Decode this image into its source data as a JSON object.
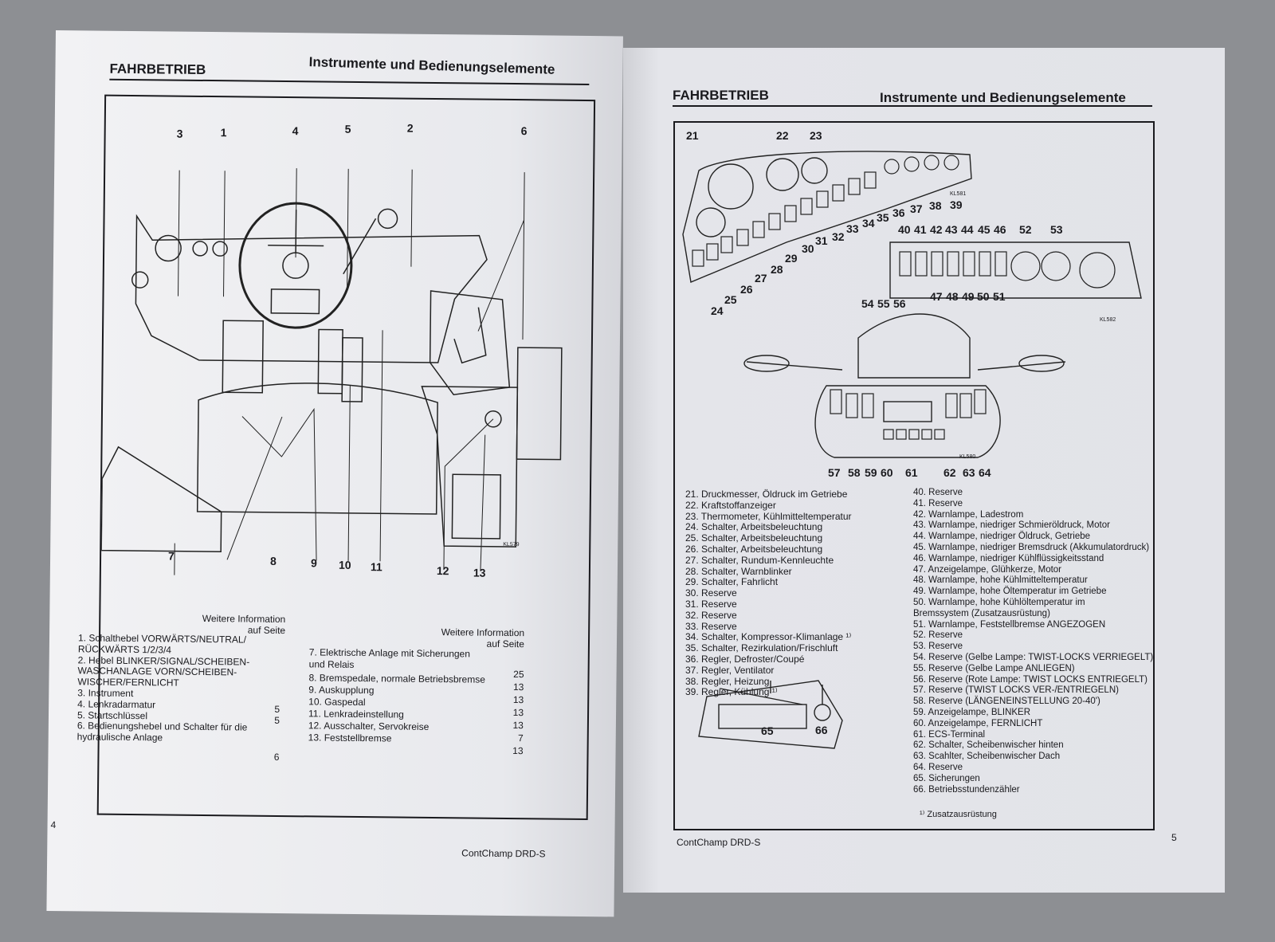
{
  "left_page": {
    "section": "FAHRBETRIEB",
    "title": "Instrumente und Bedienungselemente",
    "callouts": [
      "3",
      "1",
      "4",
      "5",
      "2",
      "6",
      "7",
      "8",
      "9",
      "10",
      "11",
      "12",
      "13"
    ],
    "figure_code": "KL579",
    "info_header_1": "Weitere Information",
    "info_header_2": "auf Seite",
    "legend_col1": [
      "1.  Schalthebel VORWÄRTS/NEUTRAL/",
      "     RÜCKWÄRTS 1/2/3/4",
      "2.  Hebel BLINKER/SIGNAL/SCHEIBEN-",
      "     WASCHANLAGE VORN/SCHEIBEN-",
      "     WISCHER/FERNLICHT",
      "3.  Instrument",
      "4.  Lenkradarmatur",
      "5.  Startschlüssel",
      "6.  Bedienungshebel und Schalter für die",
      "     hydraulische Anlage"
    ],
    "legend_col1_pages": {
      "p4": "5",
      "p5": "5",
      "p6": "6"
    },
    "legend_col2": [
      "7.  Elektrische Anlage mit Sicherungen",
      "     und Relais",
      "8.  Bremspedale, normale Betriebsbremse",
      "9.  Auskupplung",
      "10. Gaspedal",
      "11. Lenkradeinstellung",
      "12. Ausschalter, Servokreise",
      "13. Feststellbremse"
    ],
    "legend_col2_pages": [
      "25",
      "13",
      "13",
      "13",
      "13",
      "7",
      "13"
    ],
    "page_number": "4",
    "footer": "ContChamp DRD-S"
  },
  "right_page": {
    "section": "FAHRBETRIEB",
    "title": "Instrumente und Bedienungselemente",
    "callouts_top": [
      "21",
      "22",
      "23",
      "36",
      "37",
      "38",
      "39"
    ],
    "callouts_switches": [
      "24",
      "25",
      "26",
      "27",
      "28",
      "29",
      "30",
      "31",
      "32",
      "33",
      "34",
      "35"
    ],
    "callouts_lamps_top": [
      "40",
      "41",
      "42",
      "43",
      "44",
      "45",
      "46",
      "52",
      "53"
    ],
    "callouts_lamps_bottom": [
      "47",
      "48",
      "49",
      "50",
      "51"
    ],
    "callouts_column": [
      "54",
      "55",
      "56"
    ],
    "callouts_console": [
      "57",
      "58",
      "59",
      "60",
      "61",
      "62",
      "63",
      "64"
    ],
    "callouts_fuse": [
      "65",
      "66"
    ],
    "figure_codes": [
      "KL581",
      "KL582",
      "KL580"
    ],
    "legend_col1": [
      "21. Druckmesser, Öldruck im Getriebe",
      "22. Kraftstoffanzeiger",
      "23. Thermometer, Kühlmitteltemperatur",
      "24. Schalter, Arbeitsbeleuchtung",
      "25. Schalter, Arbeitsbeleuchtung",
      "26. Schalter, Arbeitsbeleuchtung",
      "27. Schalter, Rundum-Kennleuchte",
      "28. Schalter, Warnblinker",
      "29. Schalter, Fahrlicht",
      "30. Reserve",
      "31. Reserve",
      "32. Reserve",
      "33. Reserve",
      "34. Schalter, Kompressor-Klimanlage ¹⁾",
      "35. Schalter, Rezirkulation/Frischluft",
      "36. Regler, Defroster/Coupé",
      "37. Regler, Ventilator",
      "38. Regler, Heizung",
      "39. Regler, Kühlung ¹⁾"
    ],
    "legend_col2": [
      "40. Reserve",
      "41. Reserve",
      "42. Warnlampe, Ladestrom",
      "43. Warnlampe, niedriger Schmieröldruck, Motor",
      "44. Warnlampe, niedriger Öldruck, Getriebe",
      "45. Warnlampe, niedriger Bremsdruck (Akkumulatordruck)",
      "46. Warnlampe, niedriger Kühlflüssigkeitsstand",
      "47. Anzeigelampe, Glühkerze, Motor",
      "48. Warnlampe, hohe Kühlmitteltemperatur",
      "49. Warnlampe, hohe Öltemperatur im    Getriebe",
      "50. Warnlampe, hohe Kühlöltemperatur im",
      "       Bremssystem (Zusatzausrüstung)",
      "51. Warnlampe, Feststellbremse ANGEZOGEN",
      "52. Reserve",
      "53. Reserve",
      "54. Reserve (Gelbe Lampe: TWIST-LOCKS VERRIEGELT)",
      "55. Reserve (Gelbe Lampe ANLIEGEN)",
      "56. Reserve (Rote Lampe: TWIST LOCKS  ENTRIEGELT)",
      "57. Reserve (TWIST LOCKS VER-/ENTRIEGELN)",
      "58. Reserve (LÄNGENEINSTELLUNG 20-40')",
      "59. Anzeigelampe, BLINKER",
      "60. Anzeigelampe, FERNLICHT",
      "61. ECS-Terminal",
      "62. Schalter, Scheibenwischer hinten",
      "63. Scahlter, Scheibenwischer Dach",
      "64. Reserve",
      "65. Sicherungen",
      "66. Betriebsstundenzähler"
    ],
    "footnote": "¹⁾ Zusatzausrüstung",
    "page_number": "5",
    "footer": "ContChamp DRD-S"
  },
  "colors": {
    "background": "#8d8f93",
    "paper": "#e9eaee",
    "ink": "#1a1a1e"
  }
}
